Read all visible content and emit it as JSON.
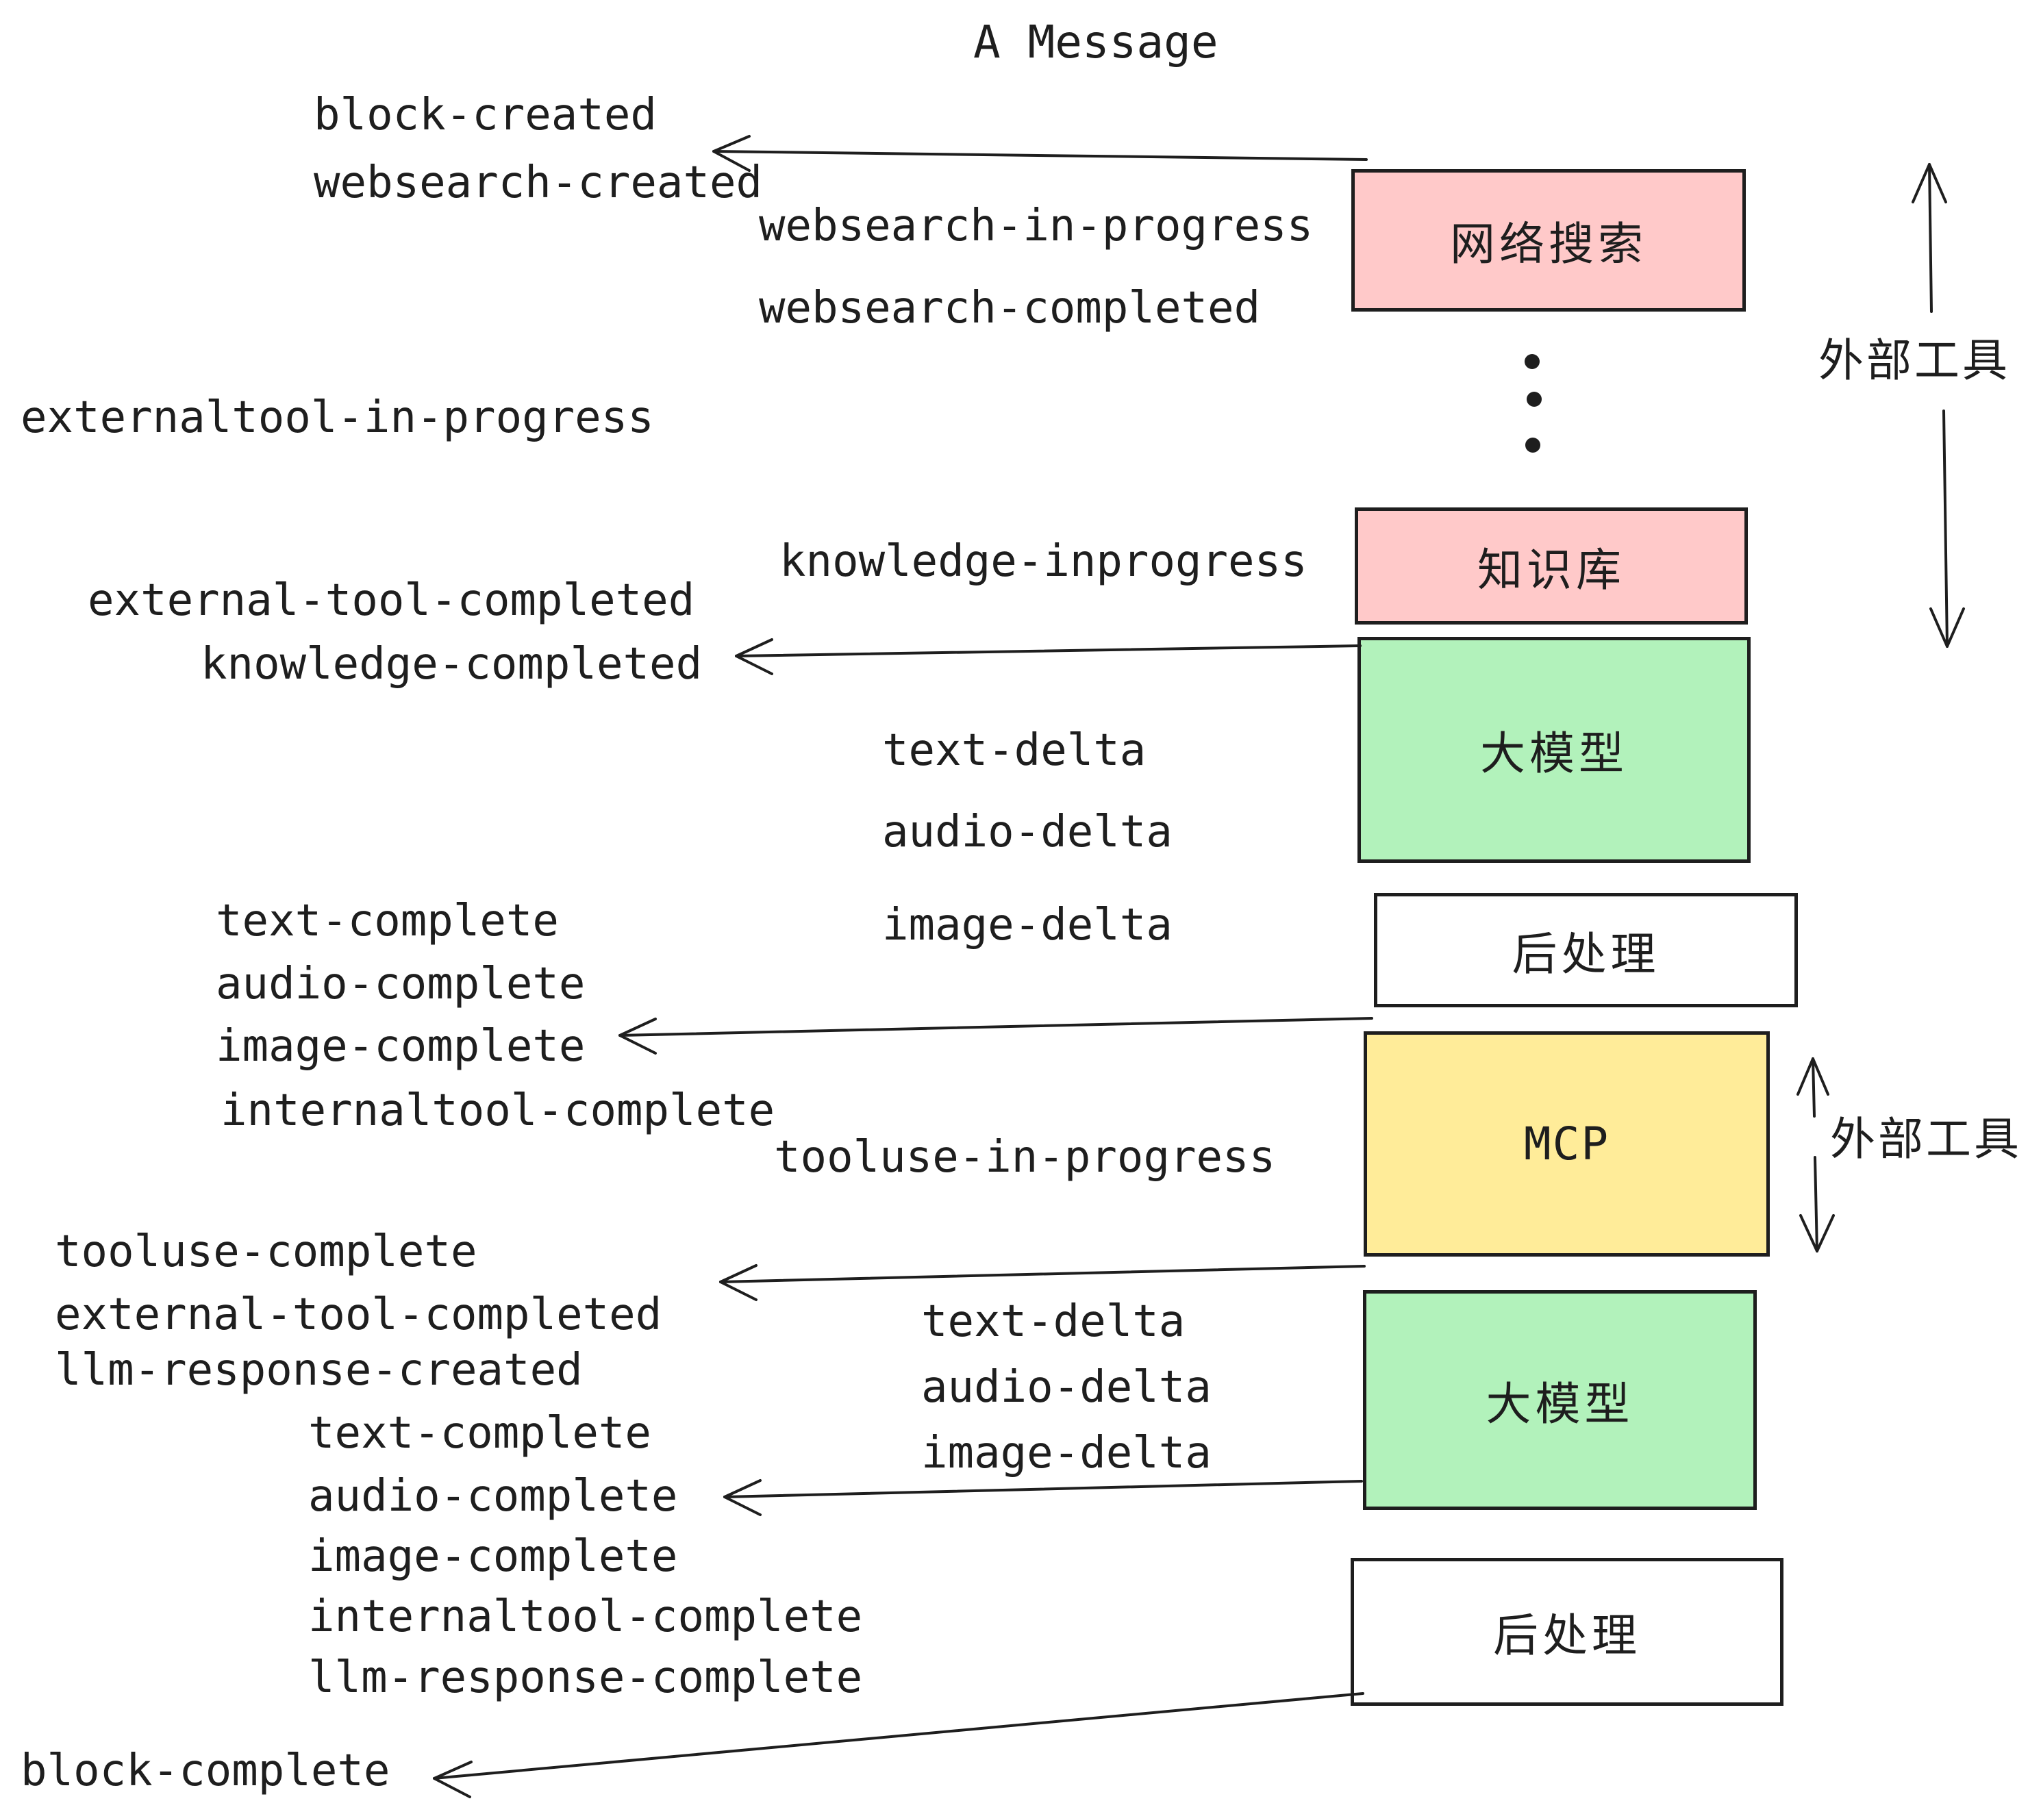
{
  "title": "A Message",
  "colors": {
    "pink": "#ffc9c9",
    "green": "#b2f2bb",
    "yellow": "#ffec99",
    "white": "#ffffff",
    "stroke": "#1e1e1e"
  },
  "boxes": [
    {
      "label": "网络搜索",
      "color": "pink"
    },
    {
      "label": "知识库",
      "color": "pink"
    },
    {
      "label": "大模型",
      "color": "green"
    },
    {
      "label": "后处理",
      "color": "white"
    },
    {
      "label": "MCP",
      "color": "yellow"
    },
    {
      "label": "大模型",
      "color": "green"
    },
    {
      "label": "后处理",
      "color": "white"
    }
  ],
  "events": [
    "block-created",
    "websearch-created",
    "websearch-in-progress",
    "websearch-completed",
    "externaltool-in-progress",
    "knowledge-inprogress",
    "external-tool-completed",
    "knowledge-completed",
    "text-delta",
    "audio-delta",
    "image-delta",
    "text-complete",
    "audio-complete",
    "image-complete",
    "internaltool-complete",
    "tooluse-in-progress",
    "tooluse-complete",
    "external-tool-completed",
    "llm-response-created",
    "text-delta",
    "audio-delta",
    "image-delta",
    "text-complete",
    "audio-complete",
    "image-complete",
    "internaltool-complete",
    "llm-response-complete",
    "block-complete"
  ],
  "annotations": [
    {
      "label": "外部工具"
    },
    {
      "label": "外部工具"
    }
  ]
}
